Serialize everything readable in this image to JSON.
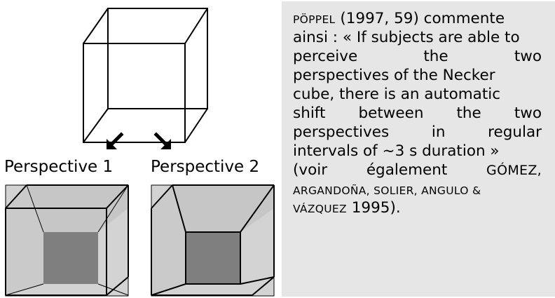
{
  "figure": {
    "label_1": "Perspective 1",
    "label_2": "Perspective 2",
    "colors": {
      "face_light": "#d3d3d3",
      "face_mid": "#c6c6c6",
      "face_dark": "#7f7f7f",
      "stroke": "#000000"
    },
    "icons": [
      "arrow-down-left-icon",
      "arrow-down-right-icon"
    ]
  },
  "text": {
    "background": "#e6e6e6",
    "l1": {
      "author": "Pöppel",
      "rest": " (1997, 59) commente"
    },
    "l2": "ainsi : « If subjects are able to",
    "l3": [
      "perceive",
      "the",
      "two"
    ],
    "l4": "perspectives of the Necker",
    "l5": "cube, there is an automatic",
    "l6": [
      "shift",
      "between",
      "the",
      "two"
    ],
    "l7": [
      "perspectives",
      "in",
      "regular"
    ],
    "l8": "intervals of ~3 s duration »",
    "l9": {
      "w1": "(voir",
      "w2": "également",
      "author": "Gómez,"
    },
    "l10": {
      "authors": "Argandoña, Solier, Angulo &"
    },
    "l11": {
      "author": "Vázquez",
      "rest": " 1995)."
    }
  }
}
